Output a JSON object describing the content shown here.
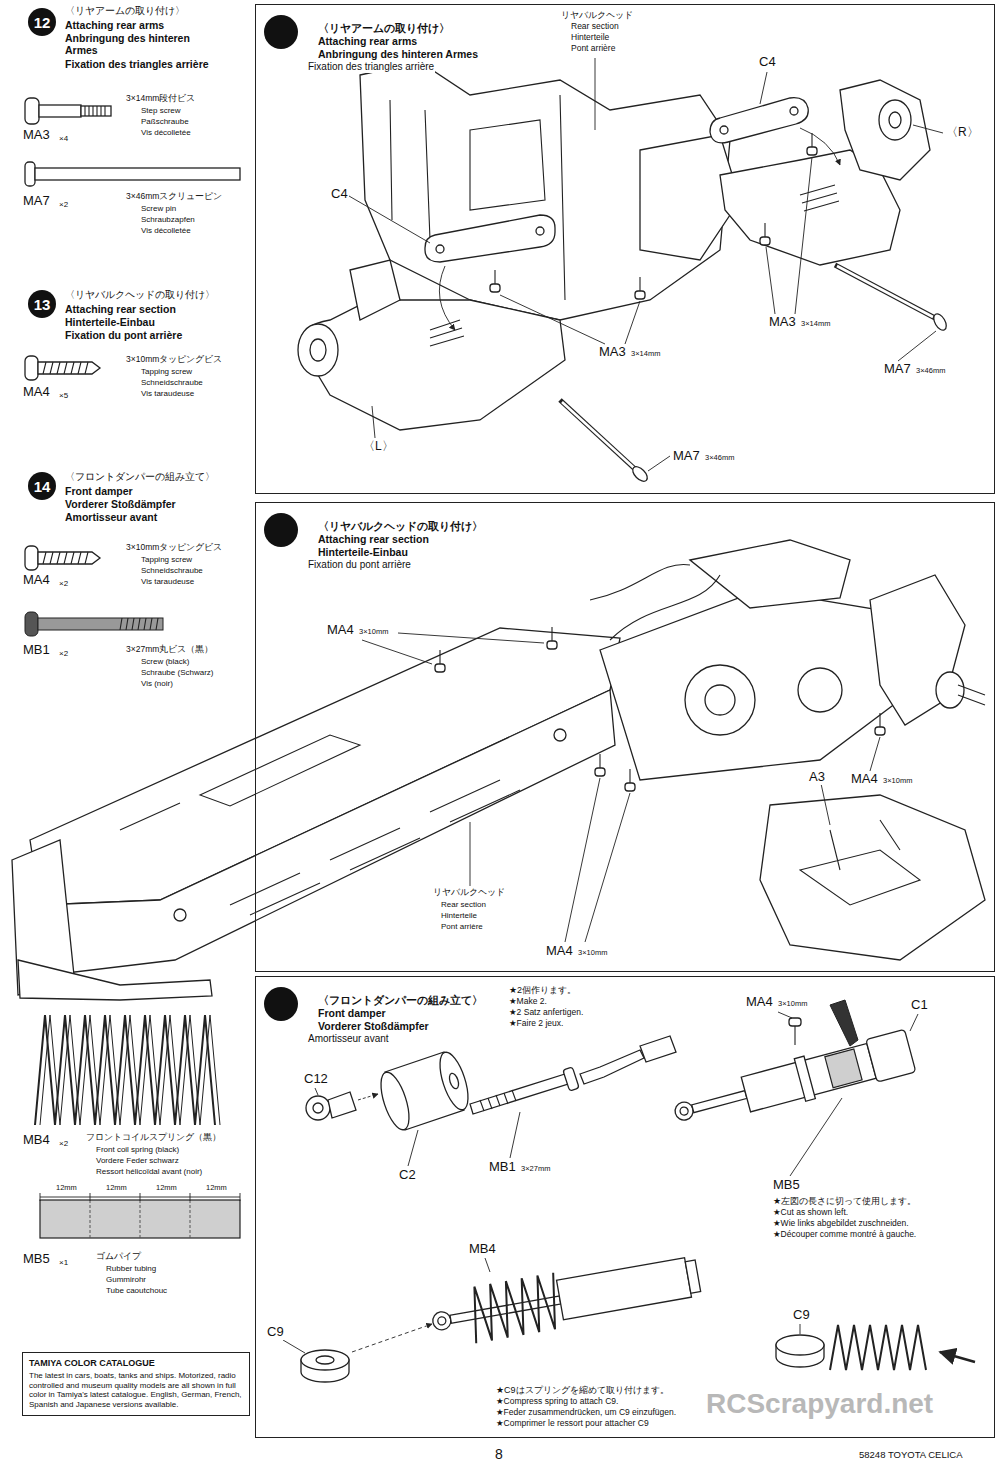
{
  "diagram": {
    "nodes": [
      {
        "text": [
          "12"
        ]
      },
      {
        "text": [
          "〈リヤアームの取り付け〉",
          "Attaching rear arms",
          "Anbringung des hinteren Armes",
          "Fixation des triangles arrière"
        ]
      },
      {
        "text": [
          "12"
        ],
        "in": 1
      },
      {
        "text": [
          "13"
        ]
      },
      {
        "text": [
          "〈リヤバルクヘッドの取り付け〉",
          "Attaching rear section",
          "Hinterteile-Einbau",
          "Fixation du pont arrière"
        ]
      },
      {
        "text": [
          "13"
        ],
        "in": 4
      },
      {
        "text": [
          "14"
        ]
      },
      {
        "text": [
          "〈フロントダンパーの組み立て〉",
          "Front damper",
          "Vorderer Stoßdämpfer",
          "Amortisseur avant"
        ]
      },
      {
        "text": [
          "14"
        ],
        "in": 7
      },
      {
        "text": [
          "TAMIYA COLOR CATALOGUE",
          "The latest in cars, boats, tanks and ships. Motorized, radio controlled and museum quality models are all shown in full color in Tamiya's latest catalogue. English, German, French, Spanish and Japanese versions available."
        ]
      }
    ],
    "labels": [
      "〈リヤアームの取り付け〉",
      "Attaching rear arms",
      "Anbringung des hinteren Armes",
      "Fixation des triangles arrière",
      "3×14mm段付ビス",
      "Step screw",
      "Paßschraube",
      "Vis décolletée",
      "MA3",
      "×4",
      "3×46mmスクリューピン",
      "Screw pin",
      "Schraubzapfen",
      "Vis décolletée",
      "MA7",
      "×2",
      "〈リヤバルクヘッドの取り付け〉",
      "Attaching rear section",
      "Hinterteile-Einbau",
      "Fixation du pont arrière",
      "3×10mmタッピングビス",
      "Tapping screw",
      "Schneidschraube",
      "Vis taraudeuse",
      "MA4",
      "×5",
      "〈フロントダンパーの組み立て〉",
      "Front damper",
      "Vorderer Stoßdämpfer",
      "Amortisseur avant",
      "3×10mmタッピングビス",
      "Tapping screw",
      "Schneidschraube",
      "Vis taraudeuse",
      "MA4",
      "×2",
      "3×27mm丸ビス（黒）",
      "Screw (black)",
      "Schraube (Schwarz)",
      "Vis (noir)",
      "MB1",
      "×2",
      "MB4",
      "×2",
      "フロントコイルスプリング（黒）",
      "Front coil spring (black)",
      "Vordere Feder schwarz",
      "Ressort hélicoïdal avant (noir)",
      "12mm",
      "12mm",
      "12mm",
      "12mm",
      "MB5",
      "×1",
      "ゴムパイプ",
      "Rubber tubing",
      "Gummirohr",
      "Tube caoutchouc",
      "リヤバルクヘッド",
      "Rear section",
      "Hinterteile",
      "Pont arrière",
      "C4",
      "C4",
      "〈R〉",
      "〈L〉",
      "MA3",
      "3×14mm",
      "MA3",
      "3×14mm",
      "MA7",
      "3×46mm",
      "MA7",
      "3×46mm",
      "MA4",
      "3×10mm",
      "A3",
      "MA4",
      "3×10mm",
      "MA4",
      "3×10mm",
      "リヤバルクヘッド",
      "Rear section",
      "Hinterteile",
      "Pont arrière",
      "★2個作ります。",
      "★Make 2.",
      "★2 Satz anfertigen.",
      "★Faire 2 jeux.",
      "MA4",
      "3×10mm",
      "C1",
      "C12",
      "C2",
      "MB1",
      "3×27mm",
      "MB5",
      "★左図の長さに切って使用します。",
      "★Cut as shown left.",
      "★Wie links abgebildet zuschneiden.",
      "★Découper comme montré à gauche.",
      "MB4",
      "C9",
      "C9",
      "★C9はスプリングを縮めて取り付けます。",
      "★Compress spring to attach C9.",
      "★Feder zusammendrücken, um C9 einzufügen.",
      "★Comprimer le ressort pour attacher C9",
      "RCScrapyard.net",
      "8",
      "58248 TOYOTA CELICA"
    ]
  }
}
